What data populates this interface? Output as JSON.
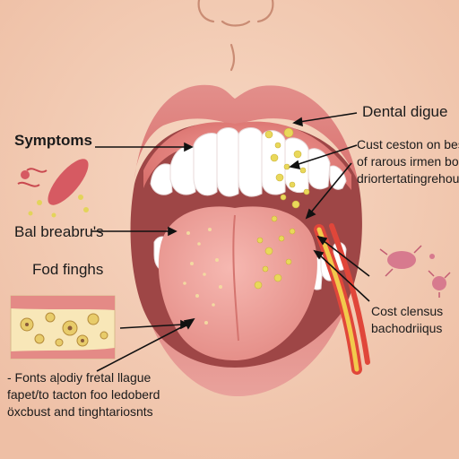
{
  "labels": {
    "symptoms": "Symptoms",
    "bad_breath": "Bal breabru's",
    "food_fights": "Fod finghs",
    "dental_plaque": "Dental digue",
    "right_top_lines": [
      "Cust ceston on besa's",
      "of rarous irmen bore",
      "driortertatingrehous"
    ],
    "right_bottom_lines": [
      "Cost clensus",
      "bachodriiqus"
    ],
    "bottom_left_lines": [
      "- Fonts aļodiy fretal llague",
      "fapet/to tacton foo ledoberd",
      "öxcbust and tinghtariosnts"
    ]
  },
  "colors": {
    "skin": "#f3cdb5",
    "lip": "#e48a86",
    "mouth_interior": "#a8504f",
    "tongue": "#f0a6a0",
    "teeth": "#ffffff",
    "plaque": "#e8d75a",
    "bacteria": "#d65a62",
    "streak_red": "#e0463a",
    "streak_yellow": "#f2c94c"
  }
}
